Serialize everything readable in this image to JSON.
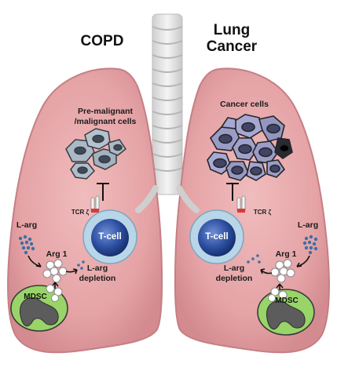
{
  "panels": {
    "left": {
      "title": "COPD",
      "target_label": "Pre-malignant\n/malignant cells",
      "tcr_label": "TCR ζ",
      "tcell_label": "T-cell",
      "larg_label": "L-arg",
      "arg_label": "Arg 1",
      "depletion_label": "L-arg\ndepletion",
      "mdsc_label": "MDSC"
    },
    "right": {
      "title": "Lung\nCancer",
      "target_label": "Cancer cells",
      "tcr_label": "TCR ζ",
      "tcell_label": "T-cell",
      "larg_label": "L-arg",
      "arg_label": "Arg 1",
      "depletion_label": "L-arg\ndepletion",
      "mdsc_label": "MDSC"
    }
  },
  "colors": {
    "lung_fill": "#e8a9ac",
    "lung_edge": "#c98488",
    "trachea": "#e4e4e4",
    "tcell_outer": "#b7d5e6",
    "tcell_inner": "#1e3f8a",
    "mdsc_fill": "#98d468",
    "mdsc_nucleus": "#5c5c5c",
    "premalignant_cell": "#aab9c8",
    "cancer_cell": "#9a9cc8",
    "larg_dots": "#3c6fa5"
  }
}
